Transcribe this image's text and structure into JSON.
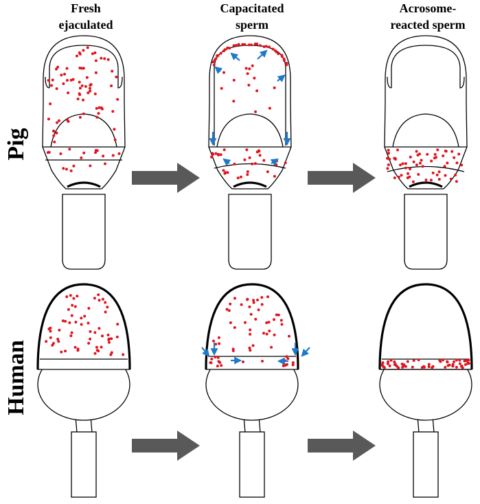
{
  "columns": [
    {
      "line1": "Fresh",
      "line2": "ejaculated"
    },
    {
      "line1": "Capacitated",
      "line2": "sperm"
    },
    {
      "line1": "Acrosome-",
      "line2": "reacted sperm"
    }
  ],
  "rows": [
    {
      "label": "Pig"
    },
    {
      "label": "Human"
    }
  ],
  "colors": {
    "dots": "#e0141e",
    "relocation_arrows": "#1f78c8",
    "transition_arrows": "#595959",
    "outline": "#000000"
  },
  "icons": {
    "transition": "right-block-arrow",
    "relocation": "small-blue-arrow"
  }
}
